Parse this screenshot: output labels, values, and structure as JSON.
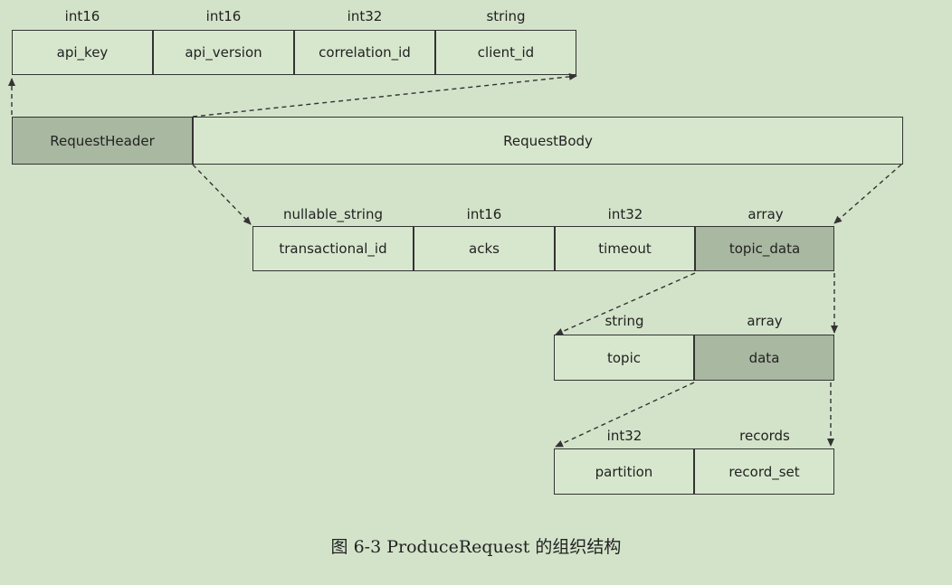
{
  "header_fields": [
    {
      "type": "int16",
      "name": "api_key"
    },
    {
      "type": "int16",
      "name": "api_version"
    },
    {
      "type": "int32",
      "name": "correlation_id"
    },
    {
      "type": "string",
      "name": "client_id"
    }
  ],
  "request": {
    "header_label": "RequestHeader",
    "body_label": "RequestBody"
  },
  "body_fields": [
    {
      "type": "nullable_string",
      "name": "transactional_id"
    },
    {
      "type": "int16",
      "name": "acks"
    },
    {
      "type": "int32",
      "name": "timeout"
    },
    {
      "type": "array",
      "name": "topic_data"
    }
  ],
  "topic_fields": [
    {
      "type": "string",
      "name": "topic"
    },
    {
      "type": "array",
      "name": "data"
    }
  ],
  "data_fields": [
    {
      "type": "int32",
      "name": "partition"
    },
    {
      "type": "records",
      "name": "record_set"
    }
  ],
  "caption": "图 6-3   ProduceRequest 的组织结构",
  "colors": {
    "background": "#d3e3c9",
    "box_fill": "#d7e7cd",
    "highlight_fill": "#a9b8a1",
    "stroke": "#333333"
  }
}
